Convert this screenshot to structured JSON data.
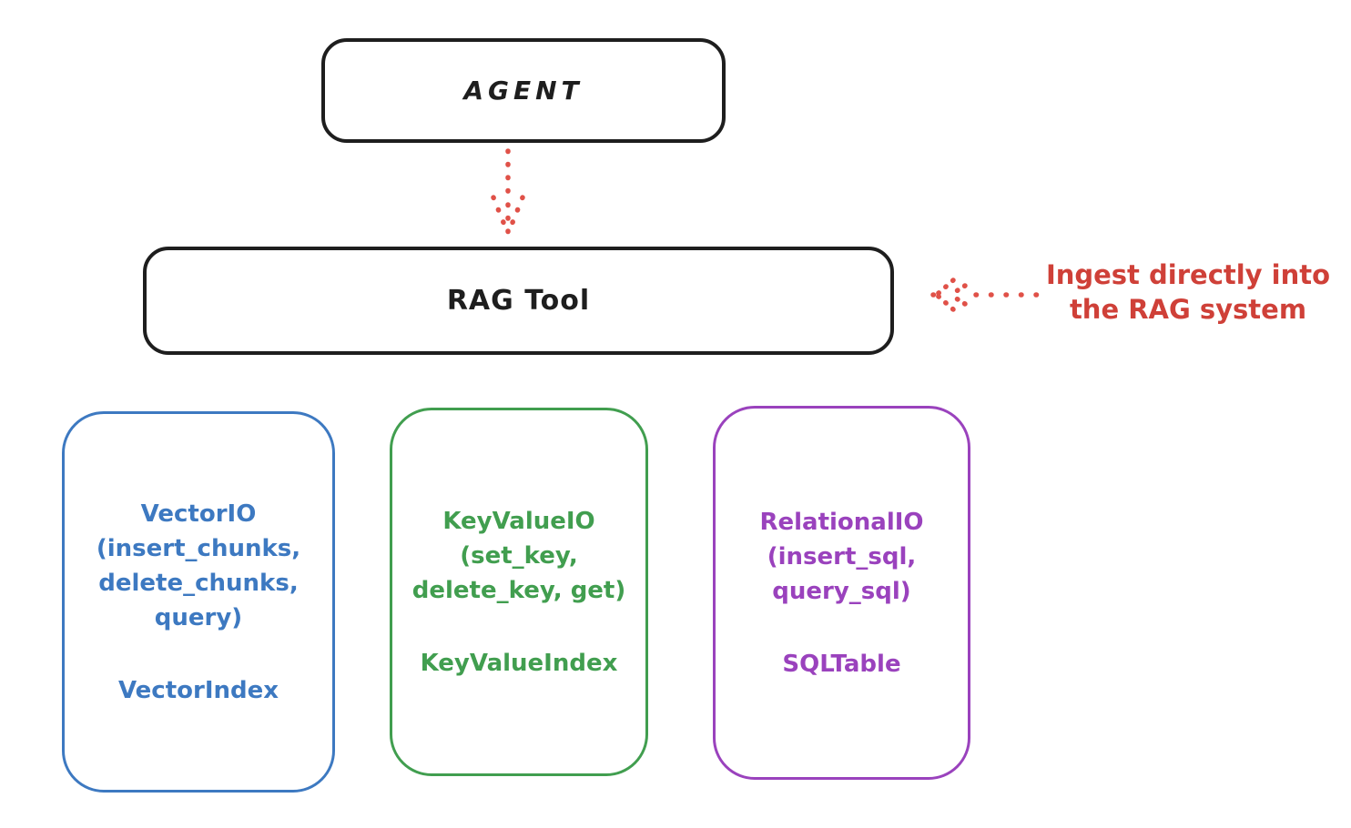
{
  "colors": {
    "background": "#ffffff",
    "ink": "#1e1e1e",
    "arrow_red": "#e05148",
    "annotation_red": "#cf4038",
    "vector_blue": "#3d79c1",
    "keyvalue_green": "#419e4f",
    "relational_purple": "#9a42bd"
  },
  "nodes": {
    "agent": {
      "label": "AGENT"
    },
    "rag_tool": {
      "label": "RAG Tool"
    }
  },
  "annotation": {
    "text": "Ingest directly into\nthe RAG system"
  },
  "stores": [
    {
      "name": "vector-io",
      "color": "#3d79c1",
      "api": "VectorIO\n(insert_chunks,\ndelete_chunks,\nquery)",
      "index": "VectorIndex"
    },
    {
      "name": "keyvalue-io",
      "color": "#419e4f",
      "api": "KeyValueIO\n(set_key,\ndelete_key, get)",
      "index": "KeyValueIndex"
    },
    {
      "name": "relational-io",
      "color": "#9a42bd",
      "api": "RelationalIO\n(insert_sql,\nquery_sql)",
      "index": "SQLTable"
    }
  ]
}
